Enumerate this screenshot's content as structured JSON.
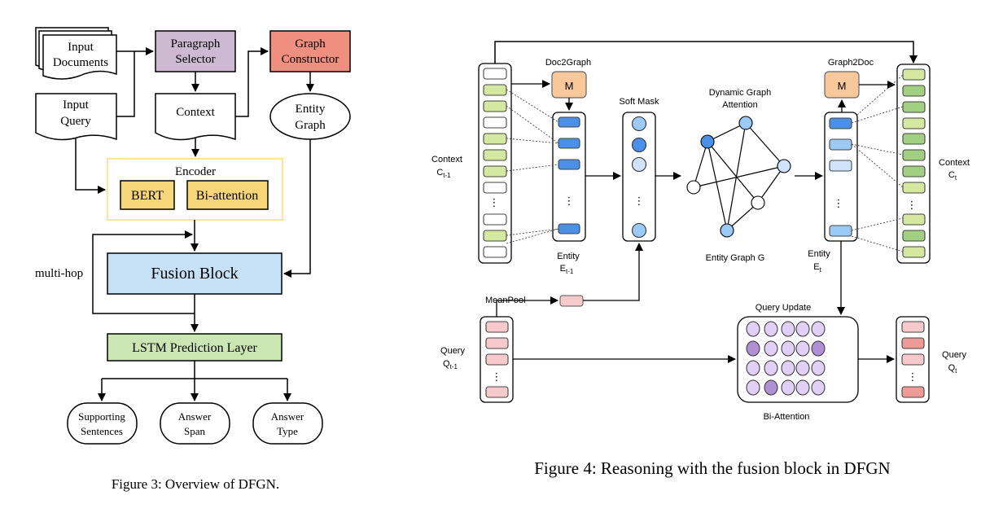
{
  "figure3": {
    "caption": "Figure 3: Overview of DFGN.",
    "input_documents": [
      "Input",
      "Documents"
    ],
    "input_query": [
      "Input",
      "Query"
    ],
    "paragraph_selector": [
      "Paragraph",
      "Selector"
    ],
    "context": "Context",
    "graph_constructor": [
      "Graph",
      "Constructor"
    ],
    "entity_graph": [
      "Entity",
      "Graph"
    ],
    "encoder": "Encoder",
    "bert": "BERT",
    "bi_attention": "Bi-attention",
    "fusion_block": "Fusion Block",
    "multi_hop": "multi-hop",
    "lstm": "LSTM Prediction Layer",
    "outputs": [
      [
        "Supporting",
        "Sentences"
      ],
      [
        "Answer",
        "Span"
      ],
      [
        "Answer",
        "Type"
      ]
    ],
    "colors": {
      "paragraph_selector": "#cdb9d2",
      "graph_constructor": "#ef8f80",
      "encoder_border": "#fde59a",
      "encoder_block": "#f7d679",
      "fusion_block": "#c6e1f5",
      "lstm": "#cbe5b3"
    }
  },
  "figure4": {
    "caption": "Figure 4: Reasoning with the fusion block in DFGN",
    "doc2graph": "Doc2Graph",
    "graph2doc": "Graph2Doc",
    "m_label": "M",
    "soft_mask": "Soft Mask",
    "dynamic_graph_attention": [
      "Dynamic Graph",
      "Attention"
    ],
    "entity_graph_g": "Entity Graph G",
    "context_prev": {
      "name": "Context",
      "symbol": "C",
      "sub": "t-1"
    },
    "context_next": {
      "name": "Context",
      "symbol": "C",
      "sub": "t"
    },
    "entity_prev": {
      "name": "Entity",
      "symbol": "E",
      "sub": "t-1"
    },
    "entity_next": {
      "name": "Entity",
      "symbol": "E",
      "sub": "t"
    },
    "query_prev": {
      "name": "Query",
      "symbol": "Q",
      "sub": "t-1"
    },
    "query_next": {
      "name": "Query",
      "symbol": "Q",
      "sub": "t"
    },
    "meanpool": "MeanPool",
    "query_update": "Query Update",
    "bi_attention": "Bi-Attention",
    "ellipsis": "⋮",
    "colors": {
      "m_box": "#f8c89a",
      "entity_blue": "#4a90e8",
      "entity_mid": "#9ccaf7",
      "entity_light": "#cfe3fb",
      "ctx_light_green": "#d4e8a0",
      "ctx_dark_green": "#a3cf82",
      "query_pink": "#f6caca",
      "query_red": "#ee9a96",
      "attn_light": "#e0d0f6",
      "attn_dark": "#b08fd3"
    }
  }
}
